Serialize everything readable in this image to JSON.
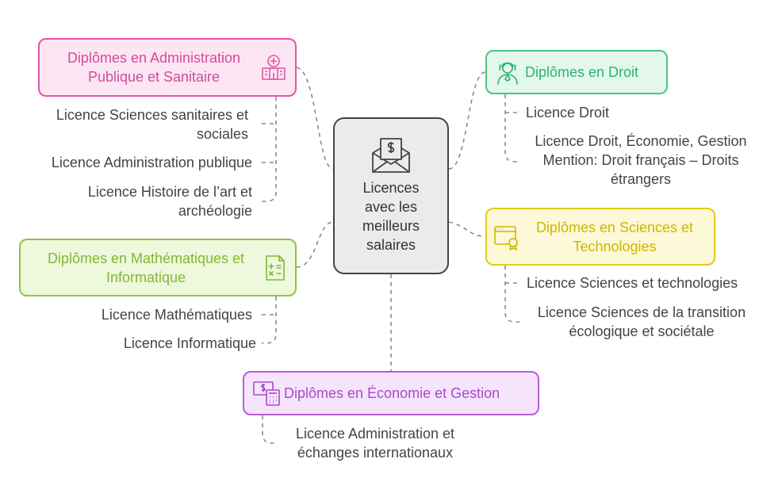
{
  "center": {
    "lines": [
      "Licences",
      "avec les",
      "meilleurs",
      "salaires"
    ],
    "icon": "money-envelope-icon"
  },
  "branches": {
    "admin": {
      "title_lines": [
        "Diplômes en Administration",
        "Publique et Sanitaire"
      ],
      "icon": "hospital-icon",
      "color": "#df57a8",
      "items": [
        [
          "Licence Sciences sanitaires et",
          "sociales"
        ],
        [
          "Licence Administration publique"
        ],
        [
          "Licence Histoire de l’art et",
          "archéologie"
        ]
      ]
    },
    "droit": {
      "title_lines": [
        "Diplômes en Droit"
      ],
      "icon": "judge-person-icon",
      "color": "#49c584",
      "items": [
        [
          "Licence Droit"
        ],
        [
          "Licence Droit, Économie, Gestion",
          "Mention: Droit français – Droits",
          "étrangers"
        ]
      ]
    },
    "sci": {
      "title_lines": [
        "Diplômes en Sciences et",
        "Technologies"
      ],
      "icon": "certified-browser-icon",
      "color": "#e0cc18",
      "items": [
        [
          "Licence Sciences et technologies"
        ],
        [
          "Licence Sciences de la transition",
          "écologique et sociétale"
        ]
      ]
    },
    "math": {
      "title_lines": [
        "Diplômes en Mathématiques et",
        "Informatique"
      ],
      "icon": "calculator-sheet-icon",
      "color": "#8fc43f",
      "items": [
        [
          "Licence Mathématiques"
        ],
        [
          "Licence Informatique"
        ]
      ]
    },
    "eco": {
      "title_lines": [
        "Diplômes en Économie et Gestion"
      ],
      "icon": "money-calculator-icon",
      "color": "#b55fd6",
      "items": [
        [
          "Licence Administration et",
          "échanges internationaux"
        ]
      ]
    }
  }
}
